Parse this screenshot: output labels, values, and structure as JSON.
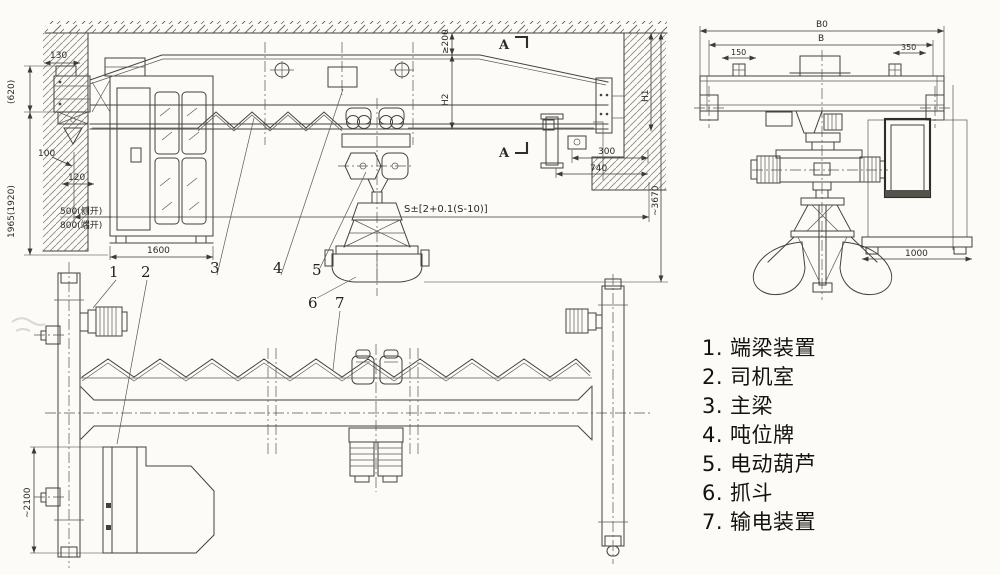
{
  "legend": {
    "items": [
      {
        "num": "1.",
        "label": "端梁装置"
      },
      {
        "num": "2.",
        "label": "司机室"
      },
      {
        "num": "3.",
        "label": "主梁"
      },
      {
        "num": "4.",
        "label": "吨位牌"
      },
      {
        "num": "5.",
        "label": "电动葫芦"
      },
      {
        "num": "6.",
        "label": "抓斗"
      },
      {
        "num": "7.",
        "label": "输电装置"
      }
    ]
  },
  "callouts": {
    "c1": "1",
    "c2": "2",
    "c3": "3",
    "c4": "4",
    "c5": "5",
    "c6": "6",
    "c7": "7"
  },
  "dims": {
    "d130": "130",
    "d620": "(620)",
    "d1965": "1965(1920)",
    "d100": "100",
    "d120": "120",
    "d500": "500(侧开)",
    "d800": "800(端开)",
    "d1600": "1600",
    "d200": "≥200",
    "h2": "H2",
    "h1": "H1",
    "d300": "300",
    "d740": "740",
    "d3670": "~3670",
    "span_tolerance": "S±[2+0.1(S-10)]",
    "section_a": "A",
    "d2100": "~2100",
    "b0": "B0",
    "b": "B",
    "d150": "150",
    "d350": "350",
    "d1000": "1000"
  }
}
